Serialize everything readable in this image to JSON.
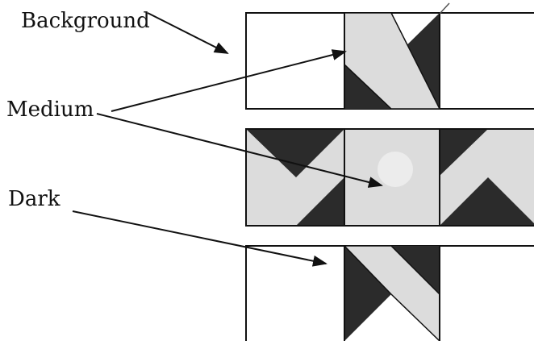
{
  "labels": {
    "background": "Background",
    "medium": "Medium",
    "dark": "Dark"
  },
  "colors": {
    "dark_fabric": "#2b2b2b",
    "medium_fabric": "#dcdcdc",
    "background_fabric": "#ffffff",
    "outline": "#111111"
  }
}
